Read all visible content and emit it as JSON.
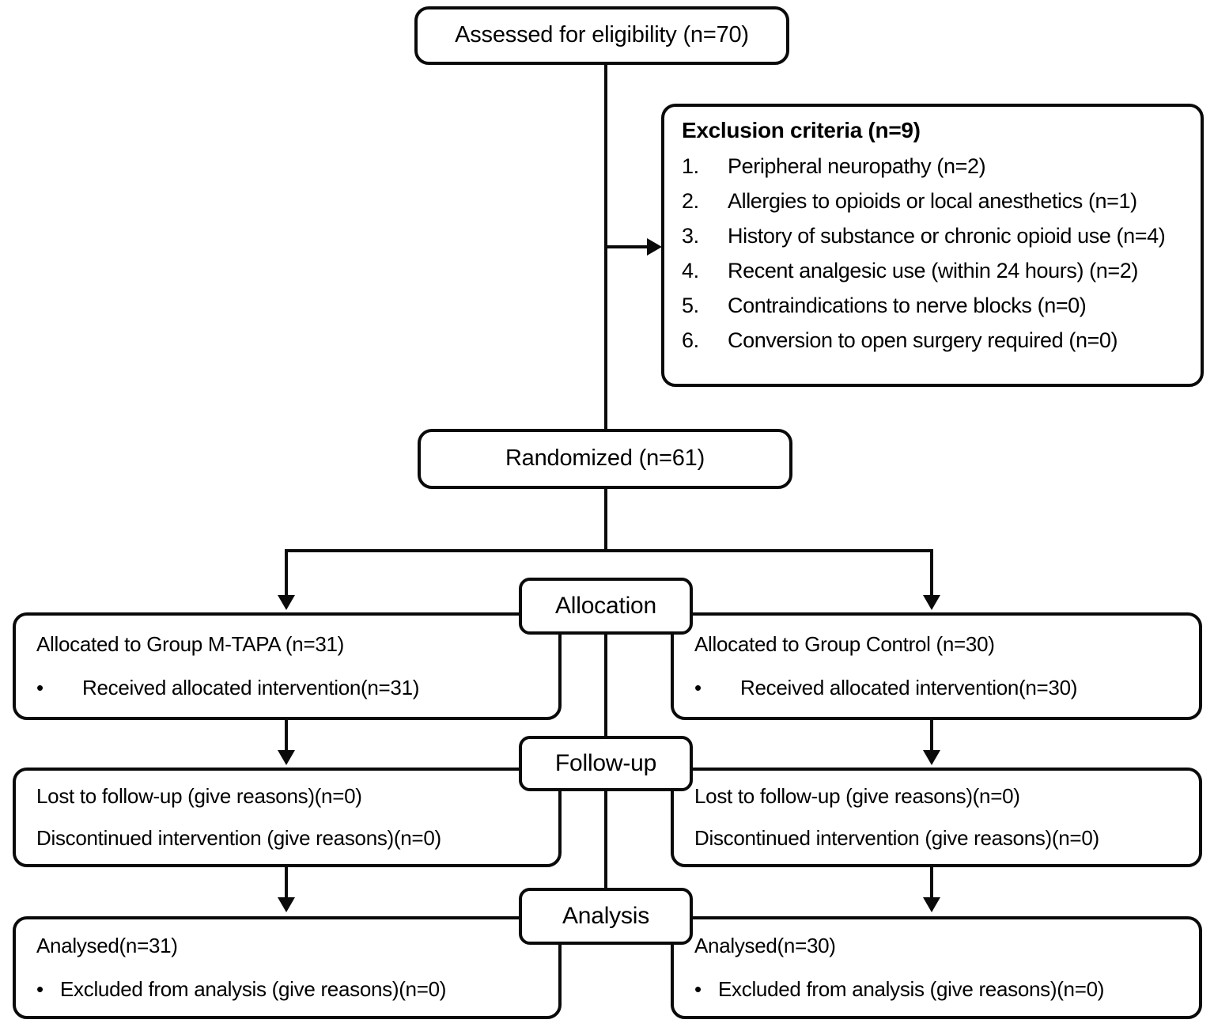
{
  "diagram": {
    "title": "CONSORT participant flow diagram",
    "colors": {
      "line": "#0a0a0a",
      "background": "#ffffff",
      "text": "#000000"
    }
  },
  "enrollment": {
    "assessed_label": "Assessed for eligibility (n=70)",
    "randomized_label": "Randomized (n=61)"
  },
  "exclusion": {
    "heading": "Exclusion criteria (n=9)",
    "items": [
      {
        "num": "1.",
        "text": "Peripheral neuropathy (n=2)"
      },
      {
        "num": "2.",
        "text": "Allergies to opioids or local anesthetics (n=1)"
      },
      {
        "num": "3.",
        "text": "History of substance or chronic opioid use (n=4)"
      },
      {
        "num": "4.",
        "text": "Recent analgesic use (within 24 hours) (n=2)"
      },
      {
        "num": "5.",
        "text": "Contraindications to nerve blocks (n=0)"
      },
      {
        "num": "6.",
        "text": "Conversion to open surgery required (n=0)"
      }
    ]
  },
  "stages": {
    "allocation": "Allocation",
    "followup": "Follow-up",
    "analysis": "Analysis"
  },
  "allocation": {
    "left": {
      "line1": "Allocated to Group M-TAPA (n=31)",
      "bullet": "•",
      "line2": "Received allocated intervention(n=31)"
    },
    "right": {
      "line1": "Allocated to Group Control (n=30)",
      "bullet": "•",
      "line2": "Received allocated intervention(n=30)"
    }
  },
  "followup": {
    "left": {
      "line1": "Lost to follow-up  (give reasons)(n=0)",
      "line2": "Discontinued intervention (give reasons)(n=0)"
    },
    "right": {
      "line1": "Lost to follow-up  (give reasons)(n=0)",
      "line2": "Discontinued intervention (give reasons)(n=0)"
    }
  },
  "analysis": {
    "left": {
      "line1": "Analysed(n=31)",
      "bullet": "•",
      "line2": "Excluded from analysis  (give reasons)(n=0)"
    },
    "right": {
      "line1": "Analysed(n=30)",
      "bullet": "•",
      "line2": "Excluded from analysis  (give reasons)(n=0)"
    }
  }
}
